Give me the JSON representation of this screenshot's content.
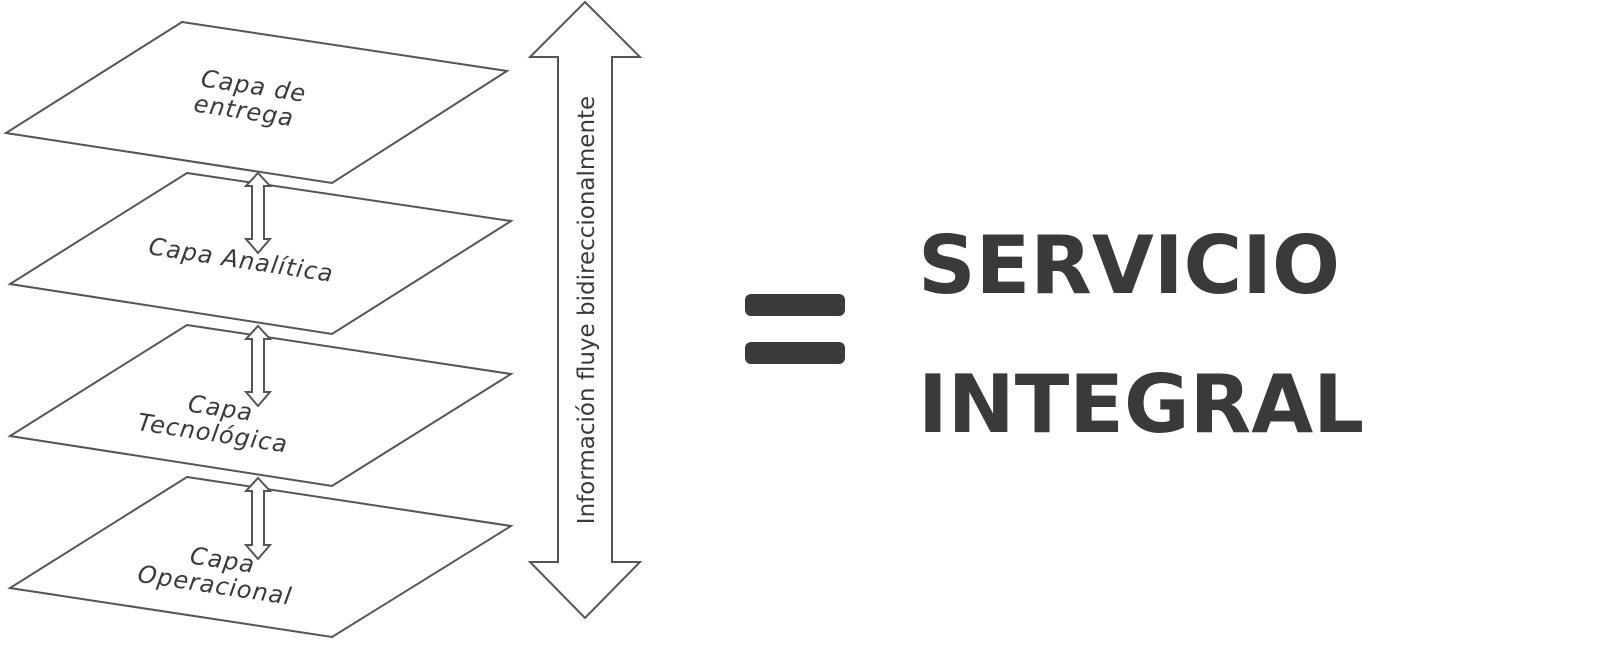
{
  "layers": [
    {
      "id": "entrega",
      "lines": [
        "Capa de",
        "entrega"
      ]
    },
    {
      "id": "analitica",
      "lines": [
        "Capa Analítica"
      ]
    },
    {
      "id": "tecnologica",
      "lines": [
        "Capa",
        "Tecnológica"
      ]
    },
    {
      "id": "operacional",
      "lines": [
        "Capa",
        "Operacional"
      ]
    }
  ],
  "flow_arrow_label": "Información fluye bidireccionalmente",
  "result": {
    "line1": "SERVICIO",
    "line2": "INTEGRAL"
  },
  "colors": {
    "text": "#3a3a3a",
    "outline": "#555555",
    "background": "#ffffff"
  }
}
